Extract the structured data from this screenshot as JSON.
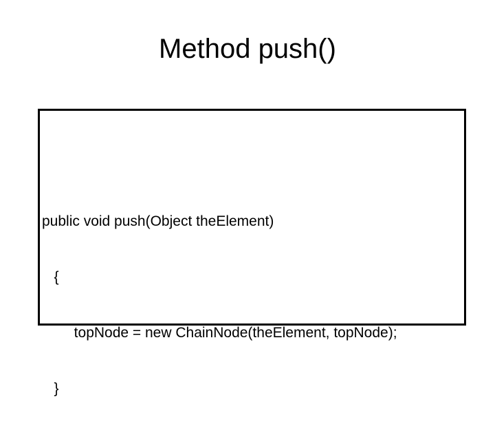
{
  "slide": {
    "title": "Method push()",
    "background_color": "#ffffff",
    "text_color": "#000000"
  },
  "code_box": {
    "border_color": "#000000",
    "fill_color": "#ffffff",
    "lines": [
      {
        "text": "public void push(Object theElement)",
        "indent": 0
      },
      {
        "text": "   {",
        "indent": 3
      },
      {
        "text": "        topNode = new ChainNode(theElement, topNode);",
        "indent": 8
      },
      {
        "text": "   }",
        "indent": 3
      }
    ]
  }
}
